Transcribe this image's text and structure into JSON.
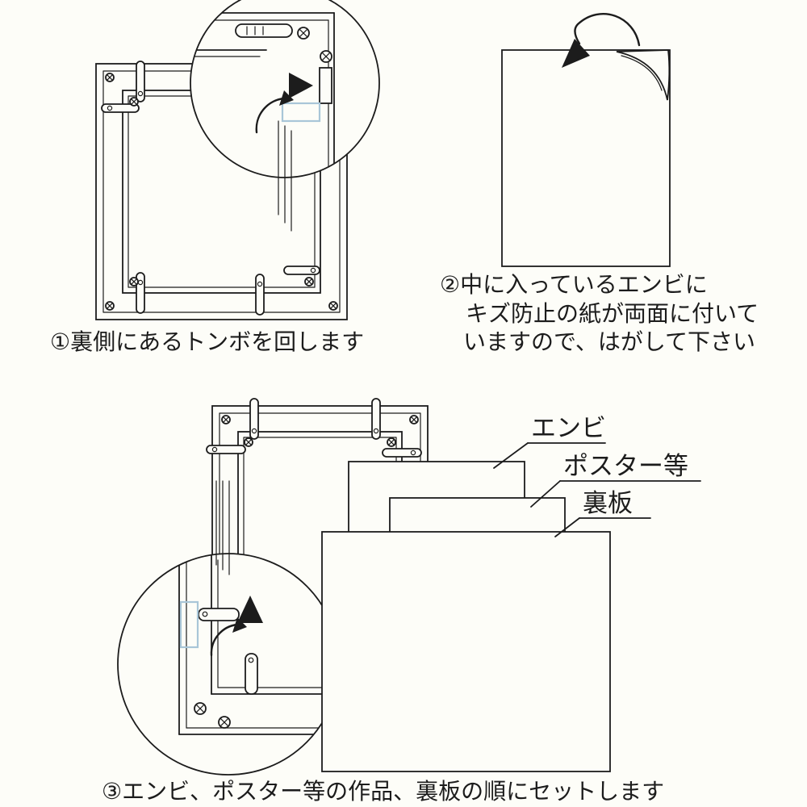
{
  "page": {
    "background": "#fdfdf8",
    "line_color": "#1c1c1c",
    "highlight_color": "#a9c6d8"
  },
  "steps": {
    "step1": {
      "caption": "①裏側にあるトンボを回します"
    },
    "step2": {
      "lines": [
        "②中に入っているエンビに",
        "キズ防止の紙が両面に付いて",
        "いますので、はがして下さい"
      ]
    },
    "step3": {
      "caption": "③エンビ、ポスター等の作品、裏板の順にセットします",
      "labels": {
        "vinyl": "エンビ",
        "poster": "ポスター等",
        "backboard": "裏板"
      }
    }
  }
}
